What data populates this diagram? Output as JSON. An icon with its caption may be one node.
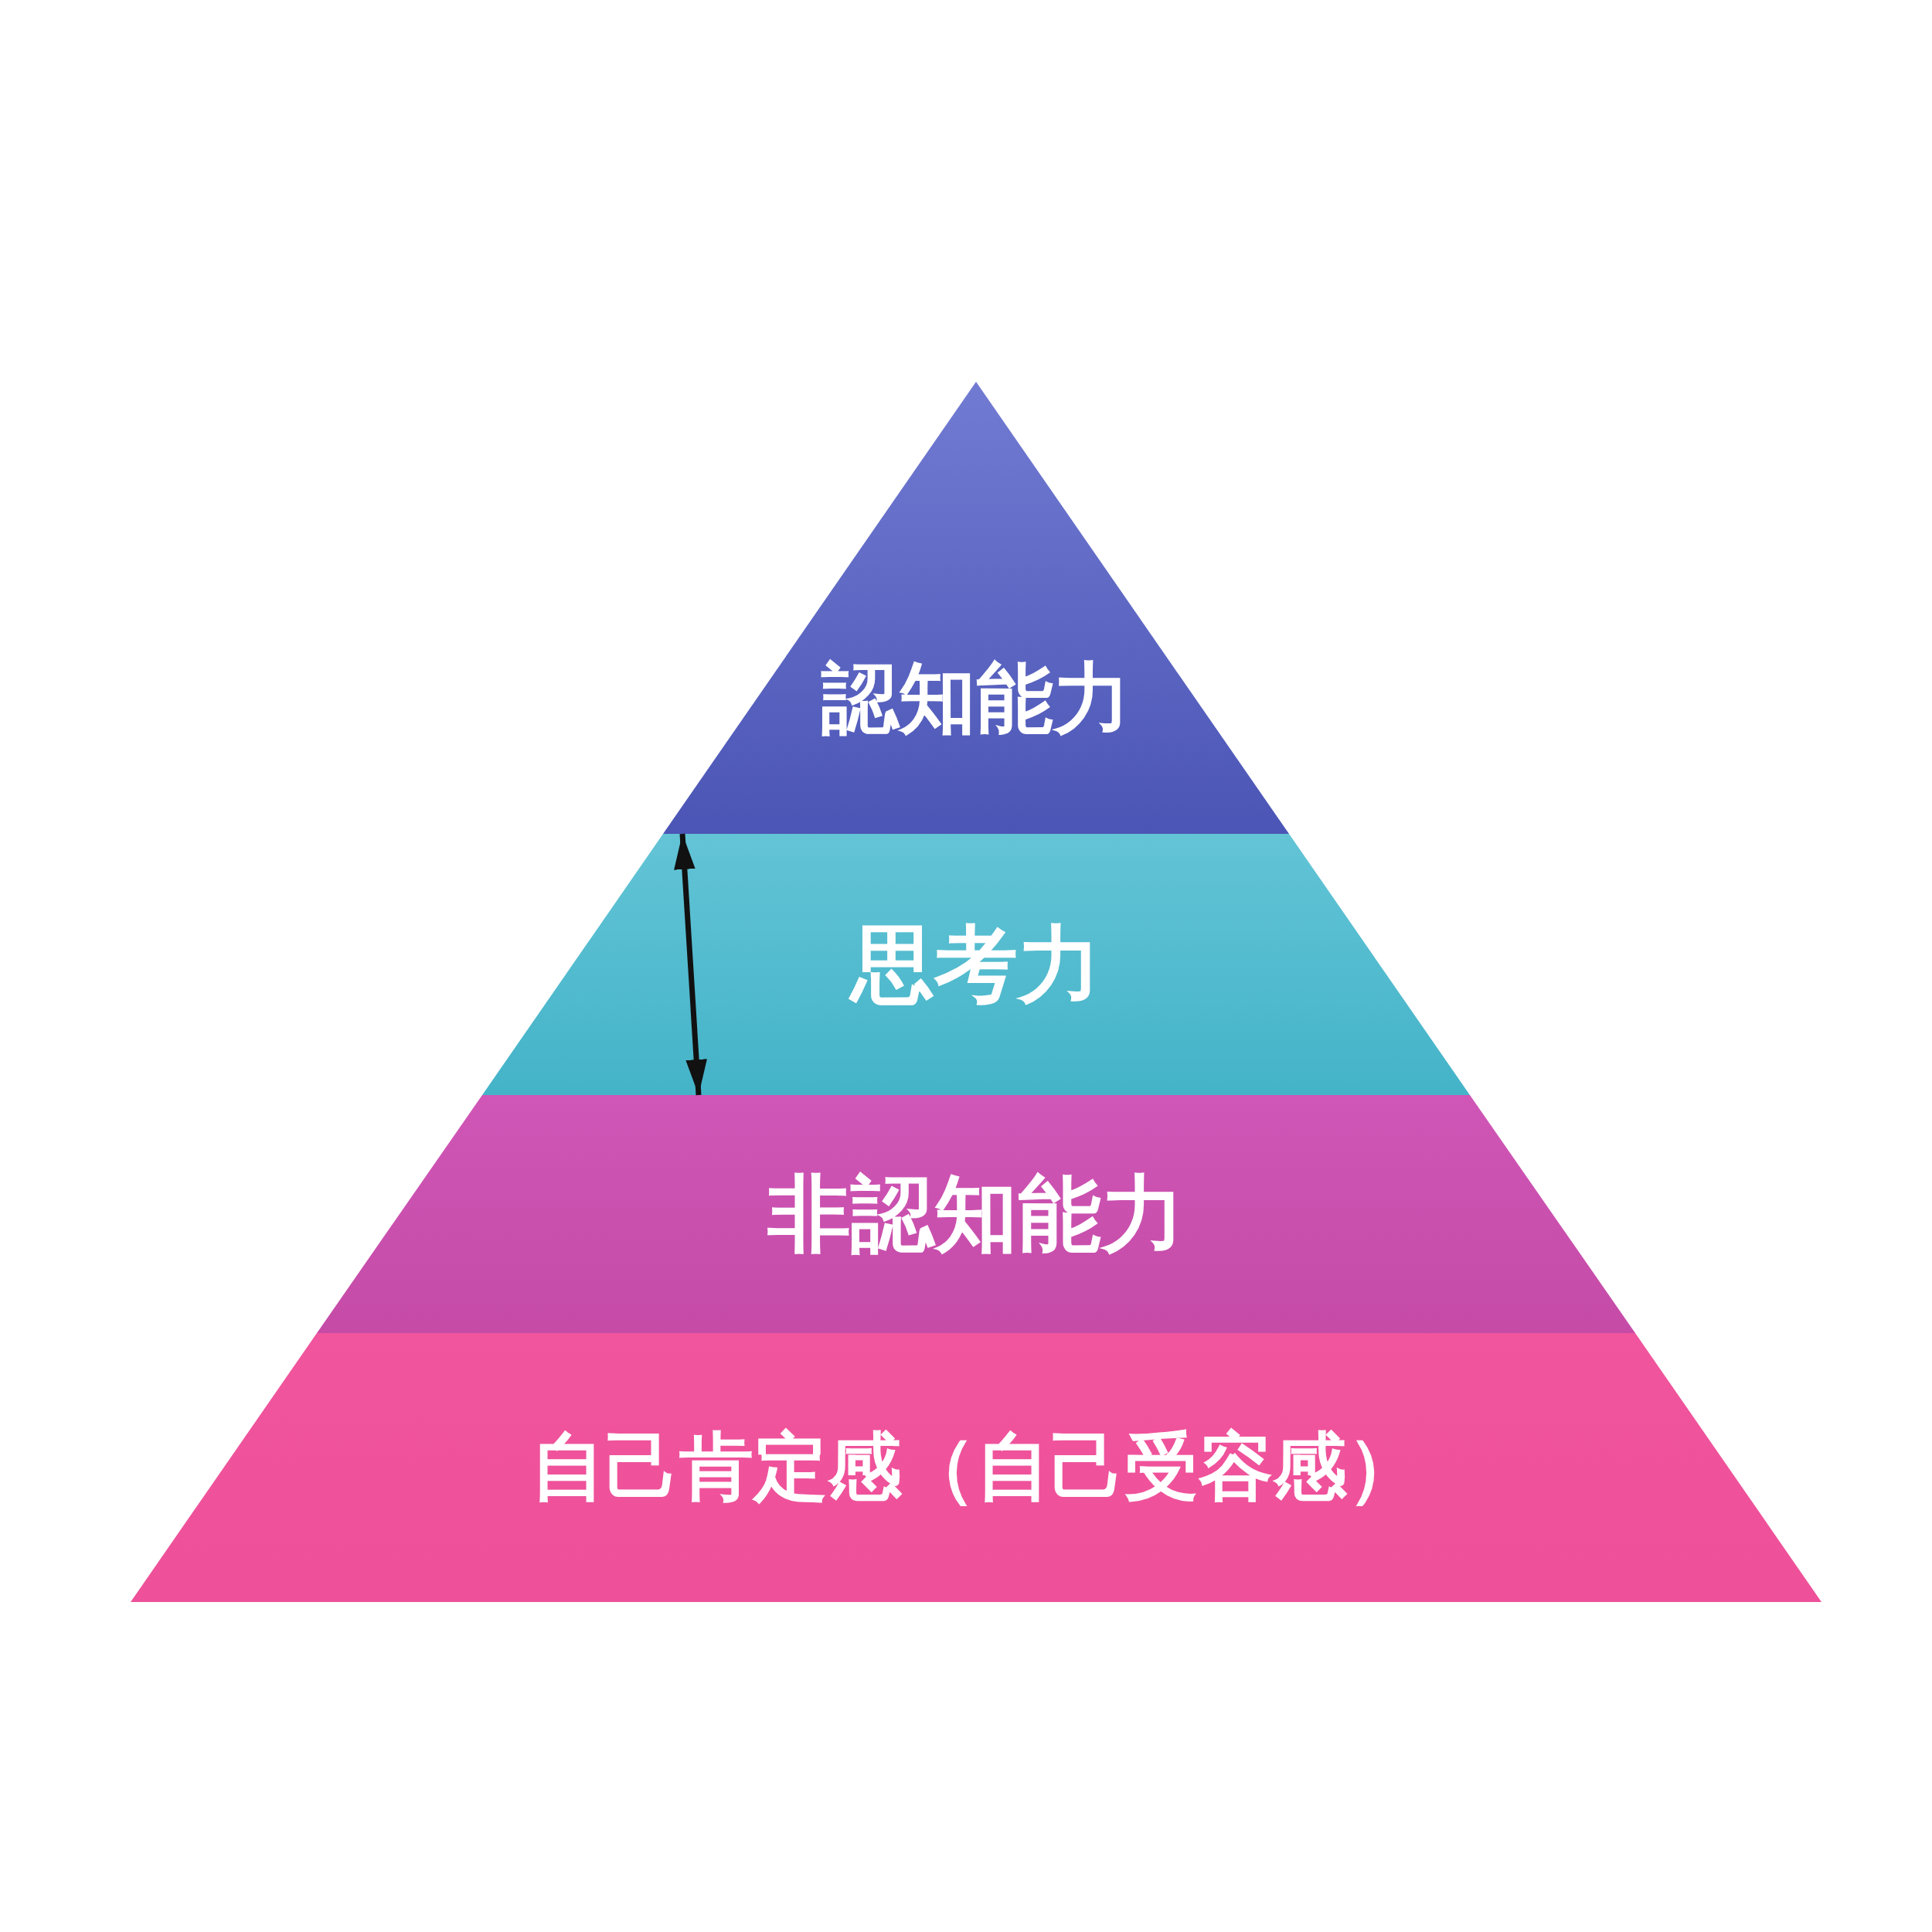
{
  "diagram": {
    "nodes": [
      {
        "text": [
          "認知能力"
        ]
      },
      {
        "text": [
          "思考力"
        ]
      },
      {
        "text": [
          "非認知能力"
        ]
      },
      {
        "text": [
          "自己肯定感（自己受容感）"
        ]
      }
    ]
  }
}
